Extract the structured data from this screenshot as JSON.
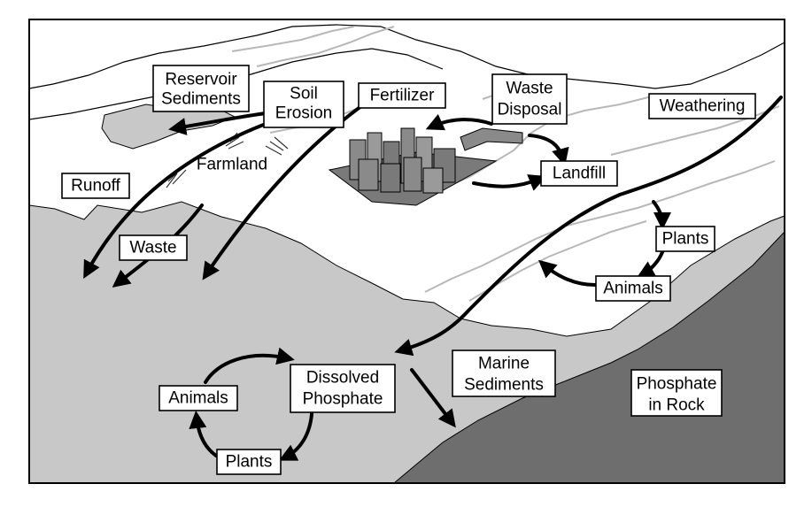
{
  "labels": {
    "reservoir_sediments": [
      "Reservoir",
      "Sediments"
    ],
    "soil_erosion": [
      "Soil",
      "Erosion"
    ],
    "fertilizer": "Fertilizer",
    "waste_disposal": [
      "Waste",
      "Disposal"
    ],
    "weathering": "Weathering",
    "farmland": "Farmland",
    "runoff": "Runoff",
    "landfill": "Landfill",
    "waste": "Waste",
    "plants_land": "Plants",
    "animals_land": "Animals",
    "marine_sediments": [
      "Marine",
      "Sediments"
    ],
    "phosphate_in_rock": [
      "Phosphate",
      "in Rock"
    ],
    "dissolved_phosphate": [
      "Dissolved",
      "Phosphate"
    ],
    "animals_sea": "Animals",
    "plants_sea": "Plants"
  },
  "colors": {
    "land": "#ffffff",
    "sea": "#c8c8c8",
    "rock": "#6e6e6e",
    "reservoir": "#c8c8c8",
    "city": "#7a7a7a",
    "rivers": "#b8b8b8"
  }
}
